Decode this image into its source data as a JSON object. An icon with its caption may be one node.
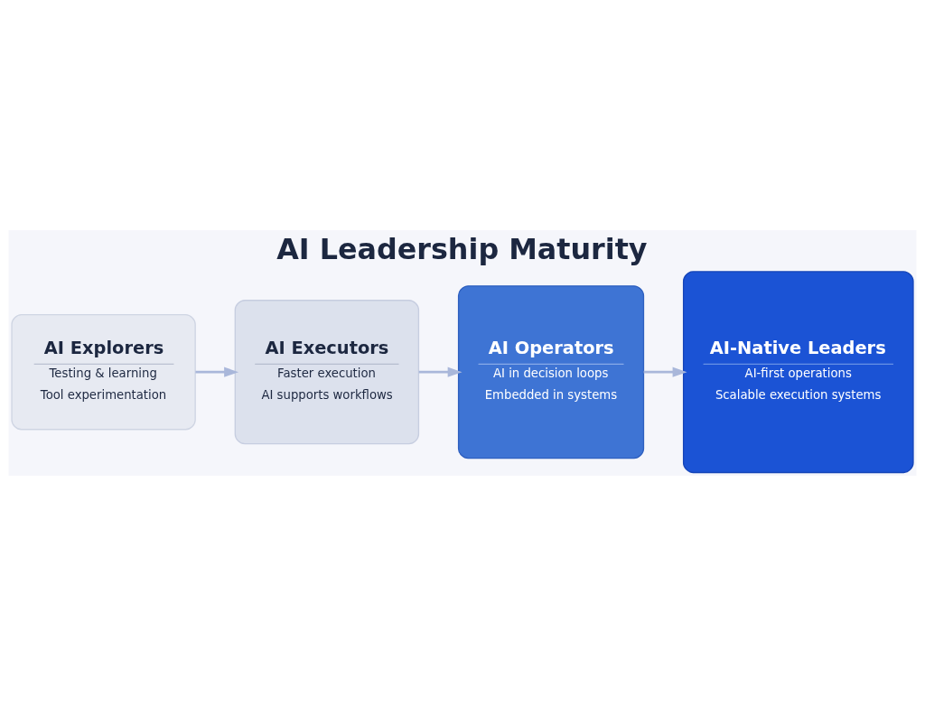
{
  "diagram": {
    "title": "AI Leadership Maturity",
    "nodes": [
      {
        "text": [
          "AI Explorers",
          "Testing & learning",
          "Tool experimentation"
        ]
      },
      {
        "text": [
          "AI Executors",
          "Faster execution",
          "AI supports workflows"
        ]
      },
      {
        "text": [
          "AI Operators",
          "AI in decision loops",
          "Embedded in systems"
        ]
      },
      {
        "text": [
          "AI-Native Leaders",
          "AI-first operations",
          "Scalable execution systems"
        ]
      }
    ],
    "edges": [
      {
        "from": 0,
        "to": 1,
        "arrow": "to"
      },
      {
        "from": 1,
        "to": 2,
        "arrow": "to"
      },
      {
        "from": 2,
        "to": 3,
        "arrow": "to"
      }
    ]
  }
}
